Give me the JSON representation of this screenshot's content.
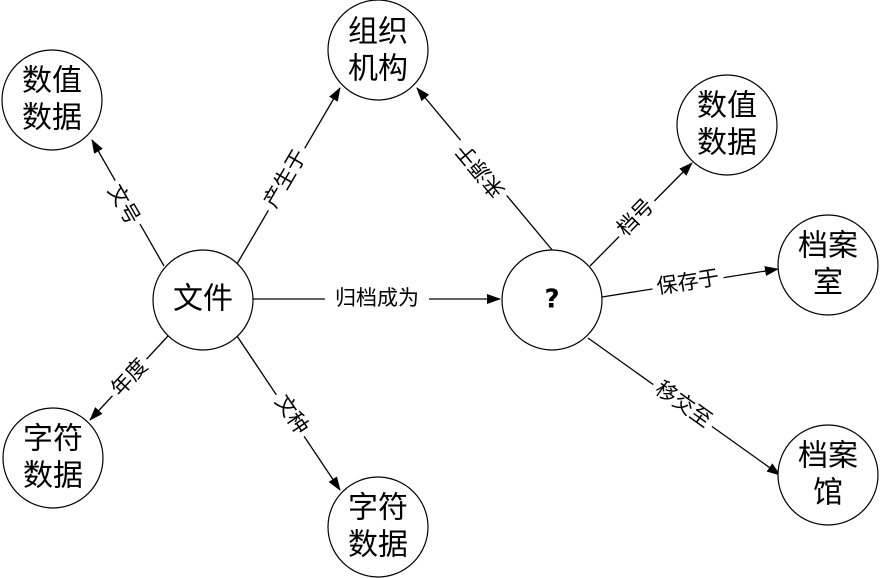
{
  "nodes": {
    "file": {
      "lines": [
        "文件"
      ]
    },
    "unknown": {
      "lines": [
        "?"
      ]
    },
    "org": {
      "lines": [
        "组织",
        "机构"
      ]
    },
    "num_left": {
      "lines": [
        "数值",
        "数据"
      ]
    },
    "char_left": {
      "lines": [
        "字符",
        "数据"
      ]
    },
    "char_bottom": {
      "lines": [
        "字符",
        "数据"
      ]
    },
    "num_right": {
      "lines": [
        "数值",
        "数据"
      ]
    },
    "archive_room": {
      "lines": [
        "档案",
        "室"
      ]
    },
    "archive_hall": {
      "lines": [
        "档案",
        "馆"
      ]
    }
  },
  "edges": {
    "file_to_unknown": "归档成为",
    "file_to_org": "产生于",
    "file_to_num_left": "文号",
    "file_to_char_left": "年度",
    "file_to_char_bottom": "文种",
    "unknown_to_org": "来源于",
    "unknown_to_num_right": "档号",
    "unknown_to_archive_room": "保存于",
    "unknown_to_archive_hall": "移交至"
  }
}
